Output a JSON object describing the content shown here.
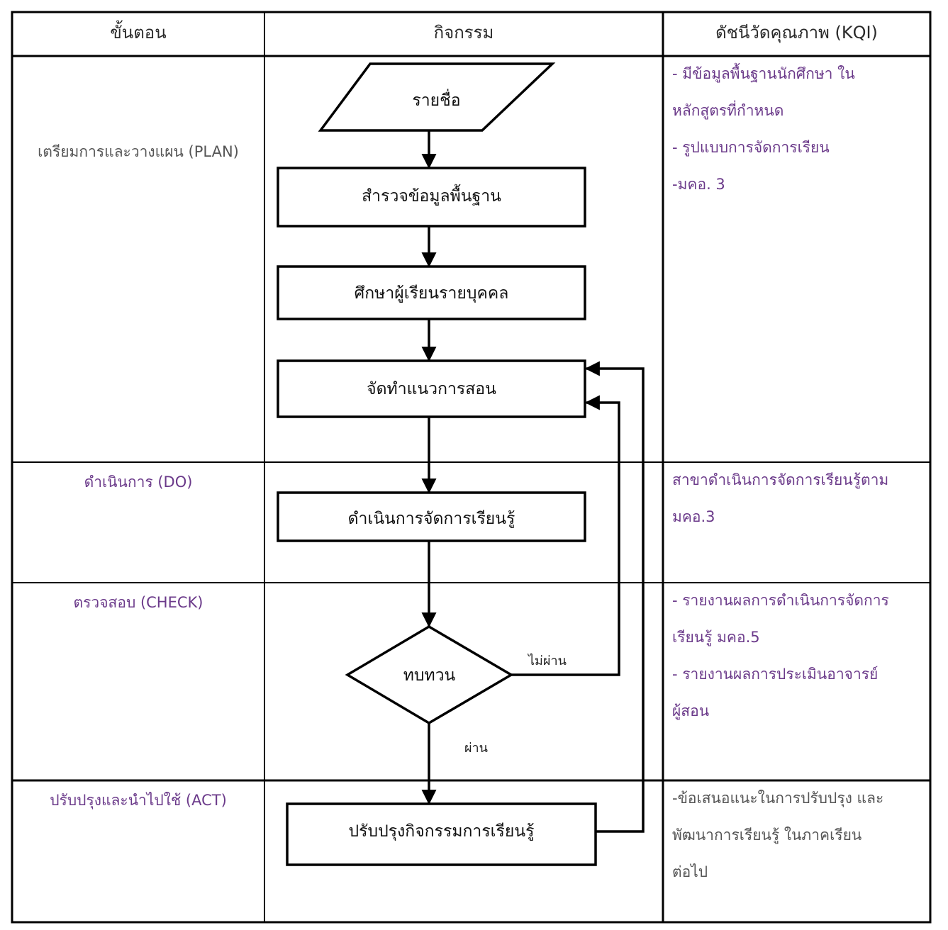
{
  "colors": {
    "accent_purple": "#6b3a8a",
    "text_gray": "#555555",
    "text_dark": "#2a2a2a",
    "line": "#000000"
  },
  "table": {
    "headers": [
      "ขั้นตอน",
      "กิจกรรม",
      "ดัชนีวัดคุณภาพ (KQI)"
    ],
    "phases": [
      {
        "label": "เตรียมการและวางแผน (PLAN)",
        "kqi": [
          "- มีข้อมูลพื้นฐานนักศึกษา ใน",
          "หลักสูตรที่กำหนด",
          "- รูปแบบการจัดการเรียน",
          "-มคอ. 3"
        ]
      },
      {
        "label": "ดำเนินการ (DO)",
        "kqi": [
          "สาขาดำเนินการจัดการเรียนรู้ตาม",
          "มคอ.3"
        ]
      },
      {
        "label": "ตรวจสอบ (CHECK)",
        "kqi": [
          "- รายงานผลการดำเนินการจัดการ",
          "เรียนรู้ มคอ.5",
          "- รายงานผลการประเมินอาจารย์",
          "ผู้สอน"
        ]
      },
      {
        "label": "ปรับปรุงและนำไปใช้ (ACT)",
        "kqi": [
          "-ข้อเสนอแนะในการปรับปรุง และ",
          "พัฒนาการเรียนรู้ ในภาคเรียน",
          "ต่อไป"
        ]
      }
    ]
  },
  "flowchart": {
    "nodes": [
      {
        "id": "n1",
        "shape": "parallelogram",
        "label": "รายชื่อ"
      },
      {
        "id": "n2",
        "shape": "process",
        "label": "สำรวจข้อมูลพื้นฐาน"
      },
      {
        "id": "n3",
        "shape": "process",
        "label": "ศึกษาผู้เรียนรายบุคคล"
      },
      {
        "id": "n4",
        "shape": "process",
        "label": "จัดทำแนวการสอน"
      },
      {
        "id": "n5",
        "shape": "process",
        "label": "ดำเนินการจัดการเรียนรู้"
      },
      {
        "id": "n6",
        "shape": "decision",
        "label": "ทบทวน"
      },
      {
        "id": "n7",
        "shape": "process",
        "label": "ปรับปรุงกิจกรรมการเรียนรู้"
      }
    ],
    "edges": [
      {
        "from": "n1",
        "to": "n2",
        "label": ""
      },
      {
        "from": "n2",
        "to": "n3",
        "label": ""
      },
      {
        "from": "n3",
        "to": "n4",
        "label": ""
      },
      {
        "from": "n4",
        "to": "n5",
        "label": ""
      },
      {
        "from": "n5",
        "to": "n6",
        "label": ""
      },
      {
        "from": "n6",
        "to": "n4",
        "label": "ไม่ผ่าน"
      },
      {
        "from": "n6",
        "to": "n7",
        "label": "ผ่าน"
      },
      {
        "from": "n7",
        "to": "n4",
        "label": ""
      }
    ]
  }
}
